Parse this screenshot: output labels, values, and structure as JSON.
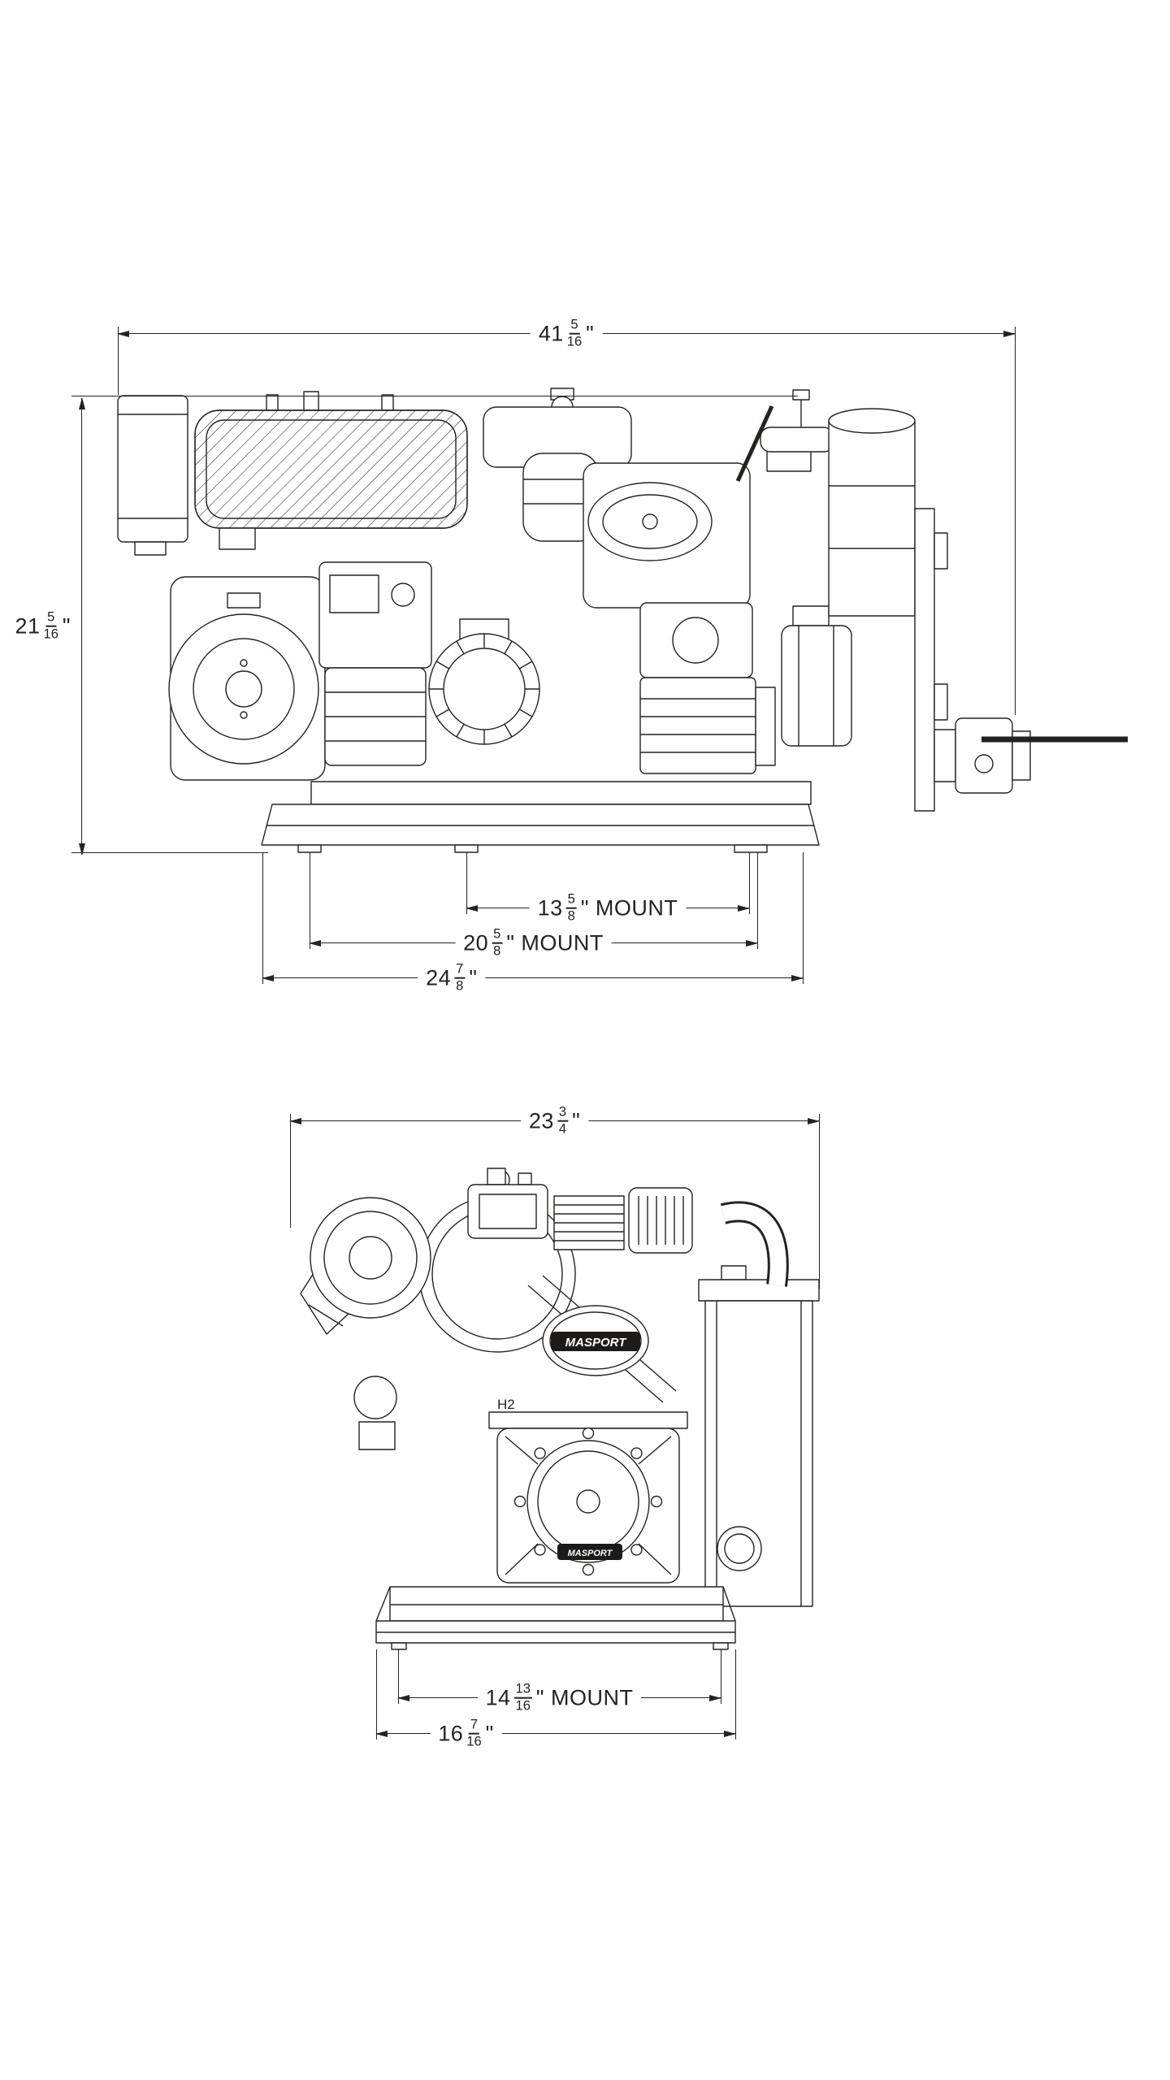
{
  "page": {
    "background": "#ffffff"
  },
  "drawing": {
    "brand": "MASPORT",
    "h2_label": "H2",
    "line_color": "#26221f"
  },
  "top_view": {
    "dims": {
      "overall_width": {
        "whole": "41",
        "num": "5",
        "den": "16",
        "suffix": "\""
      },
      "overall_height": {
        "whole": "21",
        "num": "5",
        "den": "16",
        "suffix": "\""
      },
      "mount_inner": {
        "whole": "13",
        "num": "5",
        "den": "8",
        "suffix": "\" MOUNT"
      },
      "mount_outer": {
        "whole": "20",
        "num": "5",
        "den": "8",
        "suffix": "\" MOUNT"
      },
      "base_width": {
        "whole": "24",
        "num": "7",
        "den": "8",
        "suffix": "\""
      }
    }
  },
  "bottom_view": {
    "dims": {
      "overall_width": {
        "whole": "23",
        "num": "3",
        "den": "4",
        "suffix": "\""
      },
      "mount_width": {
        "whole": "14",
        "num": "13",
        "den": "16",
        "suffix": "\" MOUNT"
      },
      "base_width": {
        "whole": "16",
        "num": "7",
        "den": "16",
        "suffix": "\""
      }
    }
  }
}
